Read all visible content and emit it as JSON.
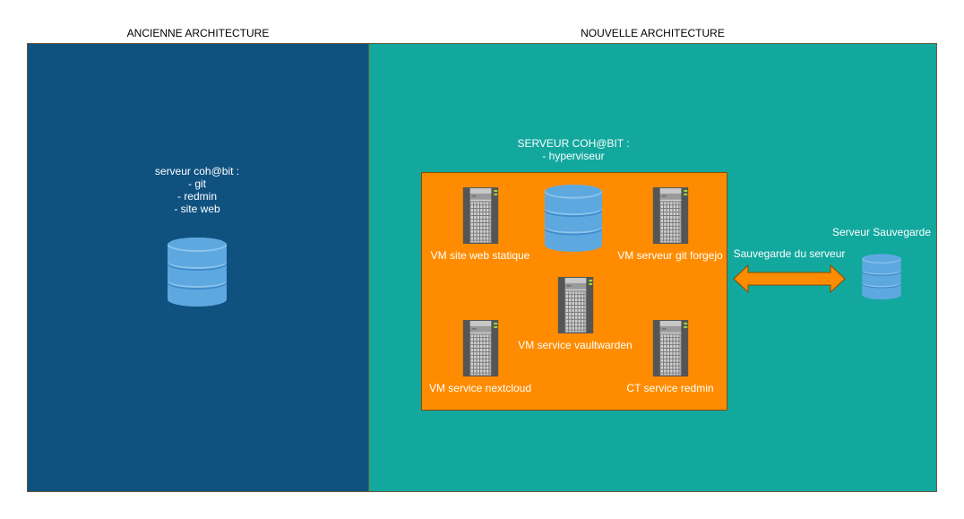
{
  "diagram": {
    "old_architecture": {
      "title": "ANCIENNE ARCHITECTURE",
      "server_label_lines": [
        "serveur coh@bit :",
        "- git",
        "- redmin",
        "- site web"
      ],
      "icon": "database-icon"
    },
    "new_architecture": {
      "title": "NOUVELLE ARCHITECTURE",
      "hypervisor_label_lines": [
        "SERVEUR COH@BIT :",
        "- hyperviseur"
      ],
      "vms": [
        {
          "label": "VM site web statique",
          "icon": "server-tower-icon"
        },
        {
          "label": "VM serveur git forgejo",
          "icon": "server-tower-icon"
        },
        {
          "label": "VM service vaultwarden",
          "icon": "server-tower-icon"
        },
        {
          "label": "VM service nextcloud",
          "icon": "server-tower-icon"
        },
        {
          "label": "CT service redmin",
          "icon": "server-tower-icon"
        }
      ],
      "hypervisor_storage_icon": "database-icon",
      "backup_link_label": "Sauvegarde du serveur",
      "backup_link_icon": "double-arrow-icon",
      "backup_server_label": "Serveur Sauvegarde",
      "backup_server_icon": "database-icon"
    },
    "colors": {
      "old_panel": "#0f5280",
      "new_panel": "#12a89e",
      "hypervisor_box": "#ff8c00",
      "database": "#5ea8e0",
      "arrow": "#ff8c00"
    }
  }
}
